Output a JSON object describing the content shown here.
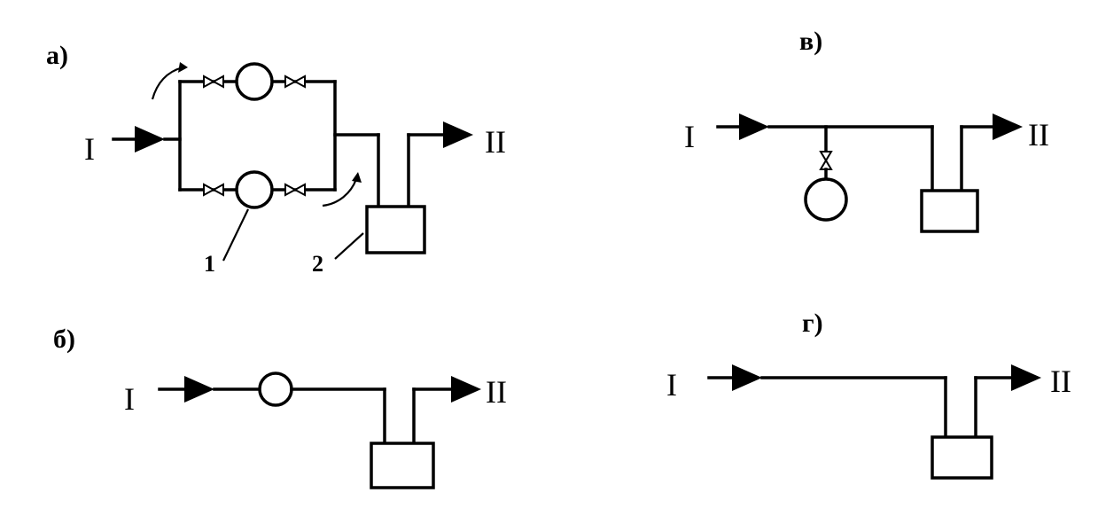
{
  "panels": {
    "a": {
      "label": "а)",
      "input": "I",
      "output": "II",
      "callout_1": "1",
      "callout_2": "2"
    },
    "b": {
      "label": "б)",
      "input": "I",
      "output": "II"
    },
    "v": {
      "label": "в)",
      "input": "I",
      "output": "II"
    },
    "g": {
      "label": "г)",
      "input": "I",
      "output": "II"
    }
  }
}
